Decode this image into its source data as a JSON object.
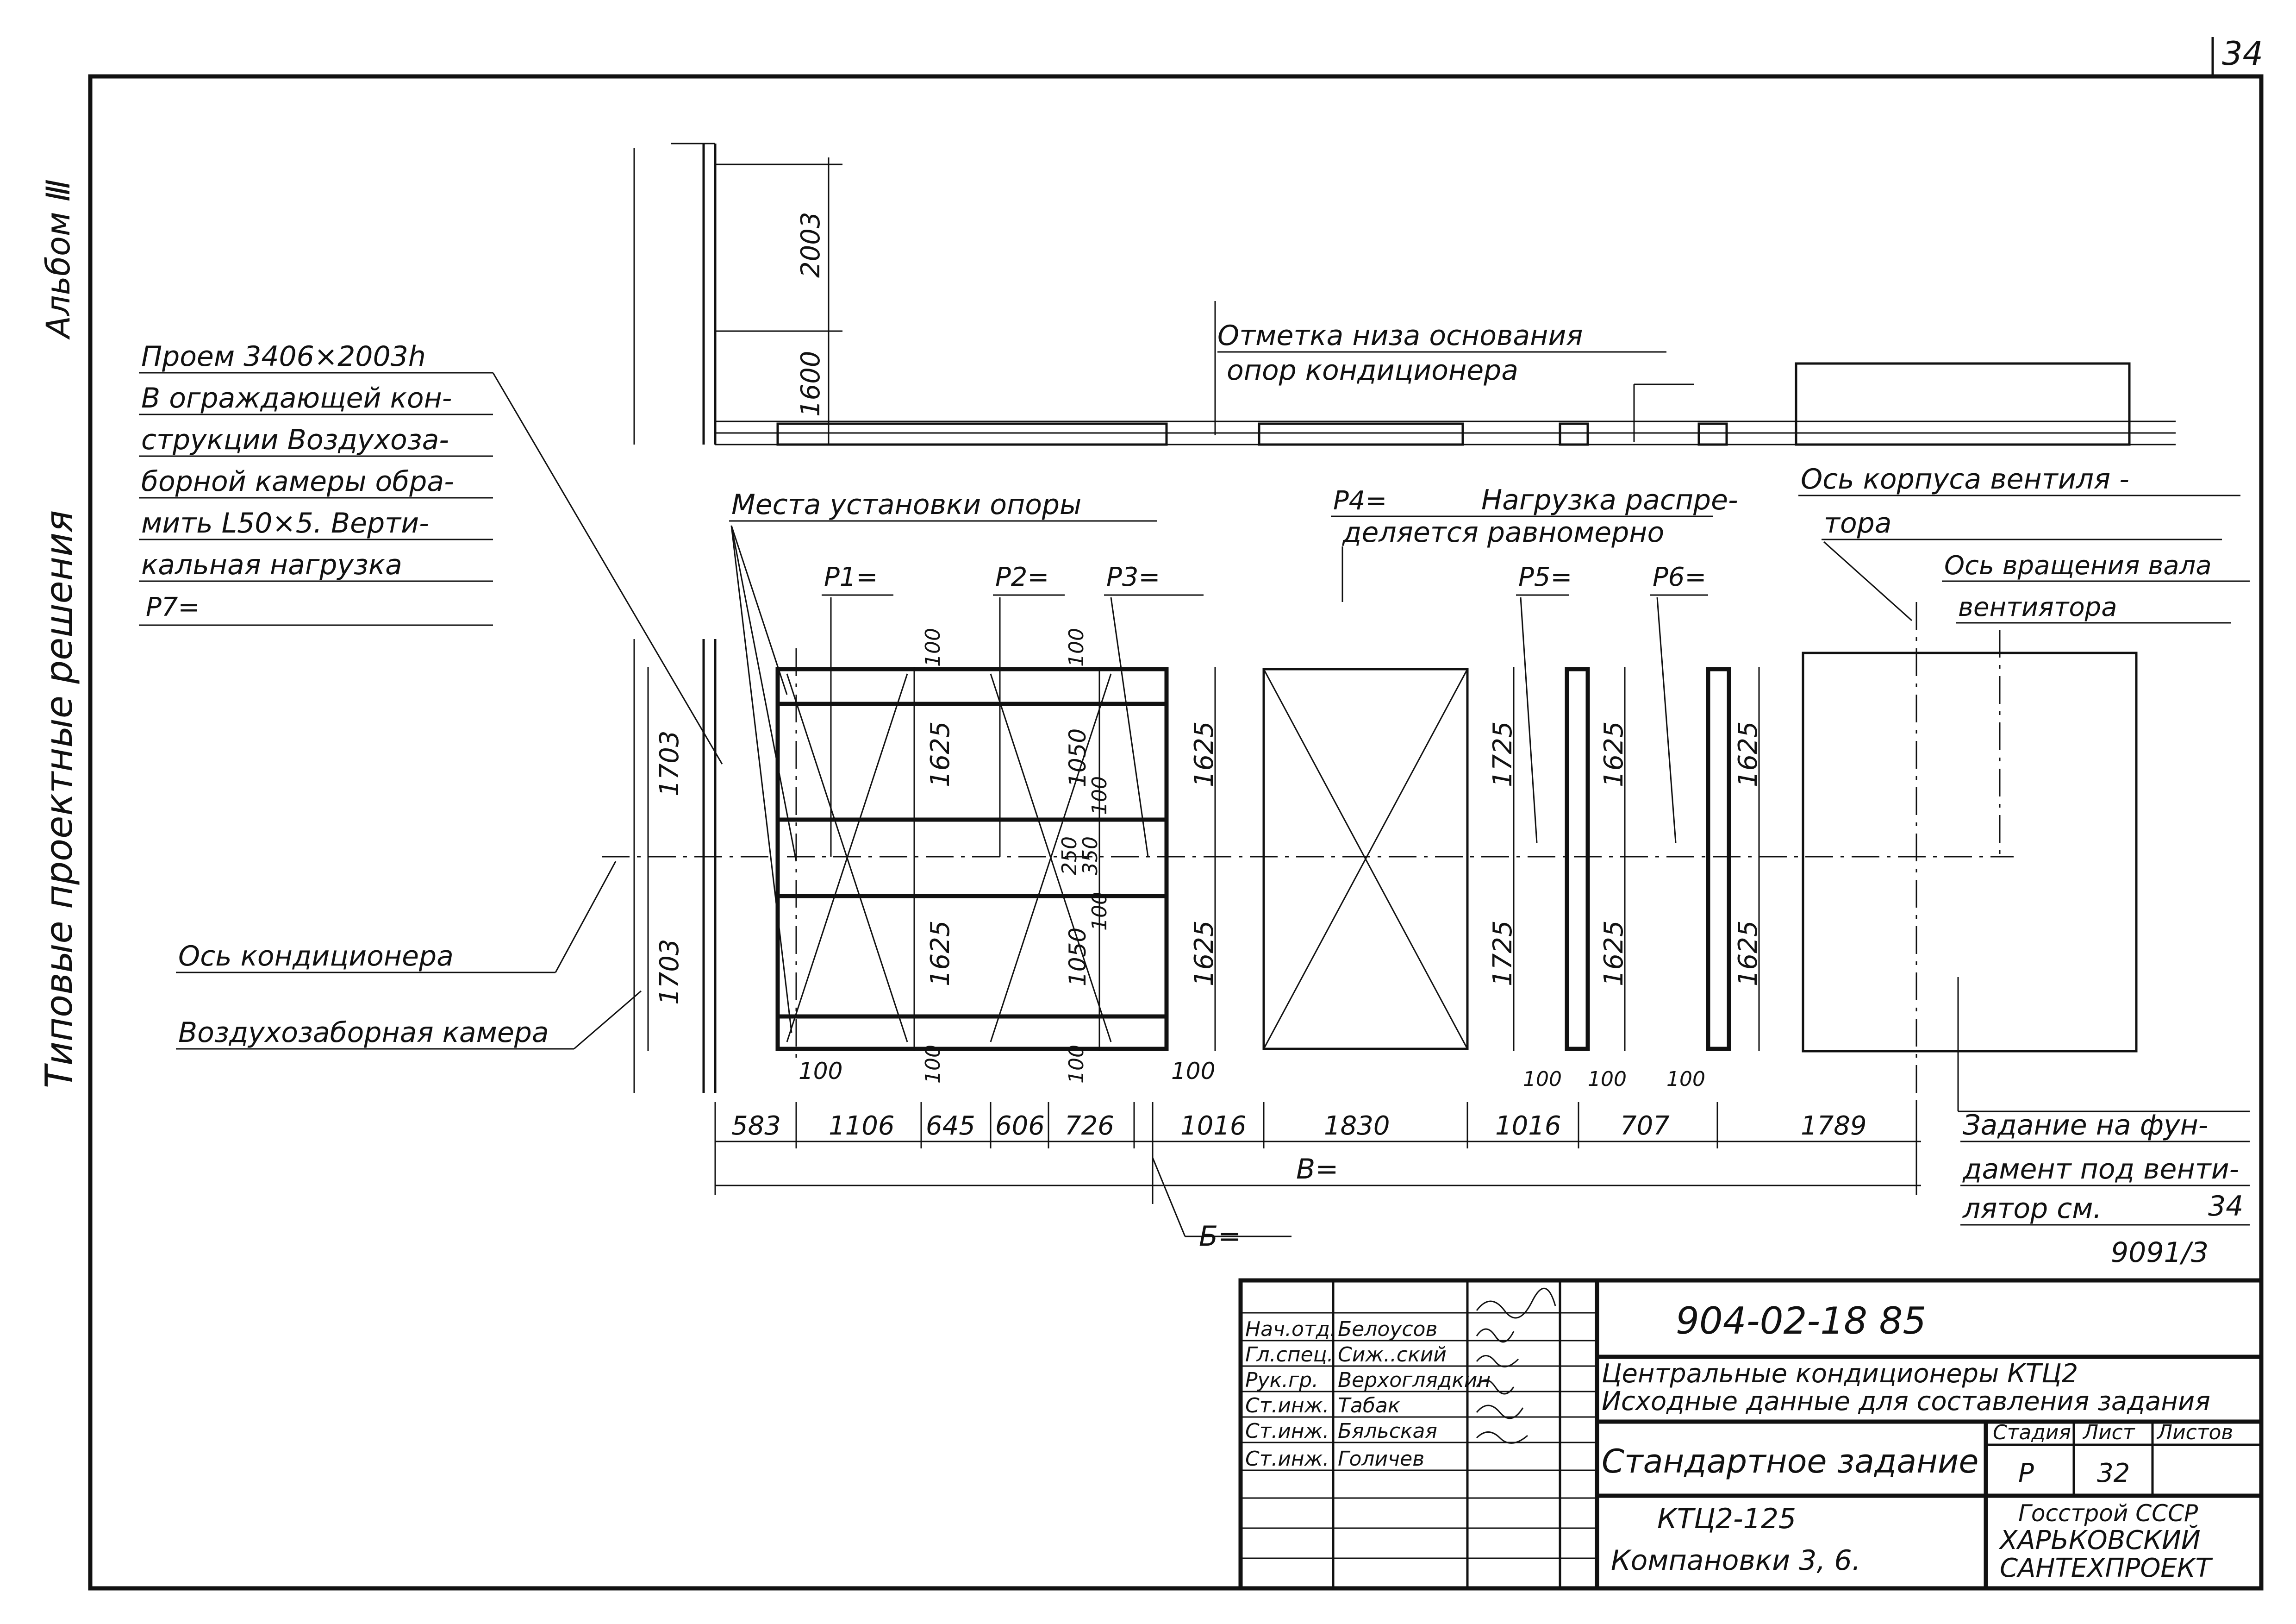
{
  "page_number": "34",
  "side_labels": {
    "album": "Альбом Ⅲ",
    "series": "Типовые проектные решения"
  },
  "notes": {
    "opening": [
      "Проем 3406×2003h",
      "В ограждающей кон-",
      "струкции Воздухоза-",
      "борной камеры обра-",
      "мить L50×5. Верти-",
      "кальная нагрузка",
      "P7="
    ],
    "base_mark": [
      "Отметка низа основания",
      "опор кондиционера"
    ],
    "support_places": "Места установки опоры",
    "p4_note": [
      "Нагрузка распре-",
      "деляется равномерно"
    ],
    "fan_body_axis": [
      "Ось корпуса вентиля -",
      "тора"
    ],
    "fan_shaft_axis": [
      "Ось вращения вала",
      "вентиятора"
    ],
    "unit_axis": "Ось кондиционера",
    "intake_chamber": "Воздухозаборная камера",
    "fan_task": [
      "Задание на фун-",
      "дамент под венти-",
      "лятор см."
    ],
    "fan_task_ref": "34",
    "fan_task_doc": "9091/3"
  },
  "loads": {
    "p1": "P1=",
    "p2": "P2=",
    "p3": "P3=",
    "p4": "P4=",
    "p5": "P5=",
    "p6": "P6="
  },
  "dims": {
    "elev_2003": "2003",
    "elev_1600": "1600",
    "h1703_top": "1703",
    "h1703_bot": "1703",
    "d1625_a": "1625",
    "d1625_b": "1625",
    "d1625_c": "1625",
    "d1625_d": "1625",
    "d1625_e": "1625",
    "d1625_f": "1625",
    "d1625_g": "1625",
    "d1625_h": "1625",
    "d1050_a": "1050",
    "d1050_b": "1050",
    "d1725_a": "1725",
    "d1725_b": "1725",
    "d100_list": [
      "100",
      "100",
      "100",
      "100",
      "100",
      "100",
      "100",
      "100",
      "100",
      "100",
      "100"
    ],
    "d250": "250",
    "d350": "350",
    "chain": [
      "583",
      "1106",
      "645",
      "606",
      "726",
      "1016",
      "1830",
      "1016",
      "707",
      "1789"
    ],
    "total": "B=",
    "b_label": "Б="
  },
  "title_block": {
    "doc_code": "904-02-18 85",
    "title_lines": [
      "Центральные кондиционеры КТЦ2",
      "Исходные данные для составления задания"
    ],
    "sheet_name": "Стандартное задание",
    "model": "КТЦ2-125",
    "layouts": "Компановки 3, 6.",
    "stage_head": "Стадия",
    "sheet_head": "Лист",
    "sheets_head": "Листов",
    "stage": "Р",
    "sheet": "32",
    "org": [
      "Госстрой СССР",
      "ХАРЬКОВСКИЙ",
      "САНТЕХПРОЕКТ"
    ],
    "staff": [
      {
        "role": "Нач.отд.",
        "name": "Белоусов"
      },
      {
        "role": "Гл.спец.",
        "name": "Сиж..ский"
      },
      {
        "role": "Рук.гр.",
        "name": "Верхоглядкин"
      },
      {
        "role": "Ст.инж.",
        "name": "Табак"
      },
      {
        "role": "Ст.инж.",
        "name": "Бяльская"
      },
      {
        "role": "Ст.инж.",
        "name": "Голичев"
      }
    ]
  }
}
